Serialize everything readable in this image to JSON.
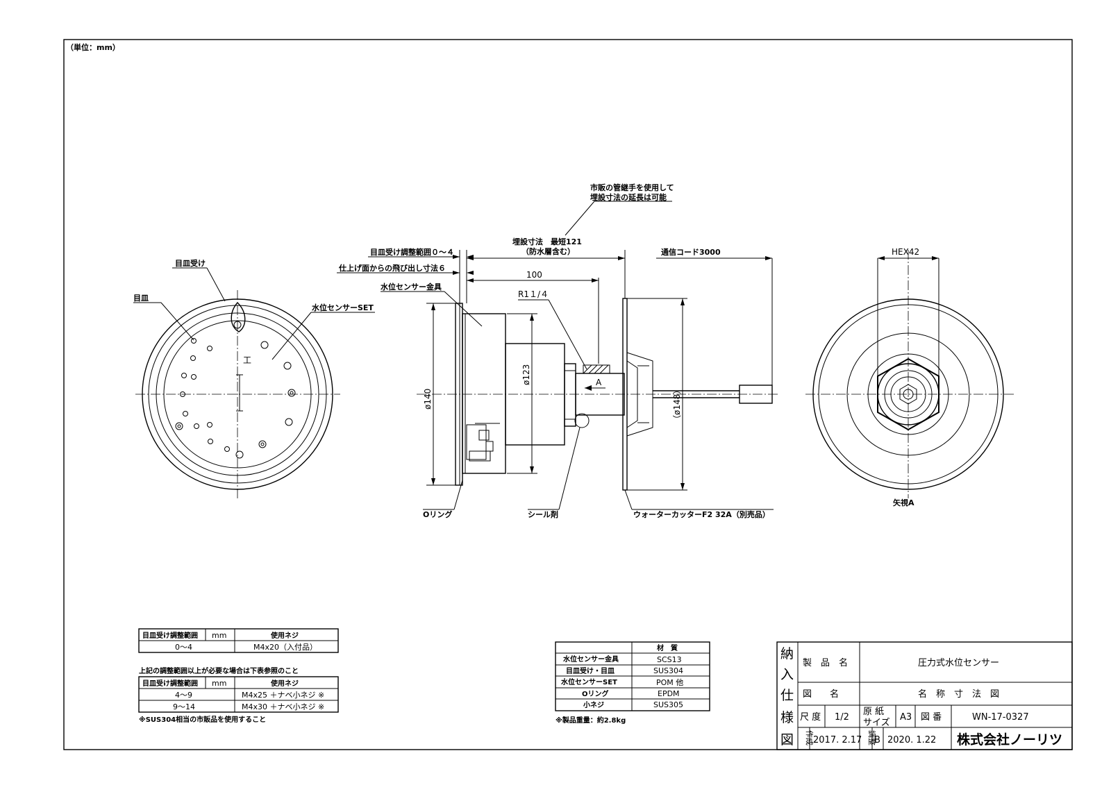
{
  "units": "（単位：mm）",
  "labels": {
    "note_line1": "市販の管継手を使用して",
    "note_line2": "埋設寸法の延長は可能",
    "embed_dim": "埋設寸法　最短121",
    "embed_dim_note": "（防水層含む）",
    "adjust_range": "目皿受け調整範囲０～４",
    "protrusion": "仕上げ面からの飛び出し寸法６",
    "sensor_fitting": "水位センサー金具",
    "dim_100": "100",
    "thread": "R1１/４",
    "cable": "通信コード3000",
    "hex": "HEX42",
    "dia140": "ø140",
    "dia123": "ø123",
    "dia148": "（ø148）",
    "arrow_a": "A",
    "oring": "Oリング",
    "sealant": "シール剤",
    "water_cutter": "ウォーターカッターF2 32A（別売品）",
    "view_a": "矢視A",
    "front_receiver": "目皿受け",
    "front_cover": "目皿",
    "front_sensor_set": "水位センサーSET"
  },
  "screw_table1": {
    "headers": [
      "目皿受け調整範囲",
      "mm",
      "使用ネジ"
    ],
    "rows": [
      [
        "0～4",
        "M4x20（入付品）"
      ]
    ]
  },
  "screw_note": "上記の調整範囲以上が必要な場合は下表参照のこと",
  "screw_table2": {
    "headers": [
      "目皿受け調整範囲",
      "mm",
      "使用ネジ"
    ],
    "rows": [
      [
        "4～9",
        "M4x25 ＋ナベ小ネジ ※"
      ],
      [
        "9～14",
        "M4x30 ＋ナベ小ネジ ※"
      ]
    ]
  },
  "screw_footnote": "※SUS304相当の市販品を使用すること",
  "material_table": {
    "header": "材　質",
    "rows": [
      [
        "水位センサー金具",
        "SCS13"
      ],
      [
        "目皿受け・目皿",
        "SUS304"
      ],
      [
        "水位センサーSET",
        "POM 他"
      ],
      [
        "Oリング",
        "EPDM"
      ],
      [
        "小ネジ",
        "SUS305"
      ]
    ]
  },
  "weight_note": "※製品重量：約2.8kg",
  "title_block": {
    "stamp": [
      "納",
      "入",
      "仕",
      "様",
      "図"
    ],
    "product_label": "製　品　名",
    "product_value": "圧力式水位センサー",
    "drawing_label": "図　　名",
    "drawing_value": "名　称　寸　法　図",
    "scale_label": "尺 度",
    "scale_value": "1/2",
    "paper_label_1": "原 紙",
    "paper_label_2": "サイズ",
    "paper_value": "A3",
    "number_label": "図 番",
    "number_value": "WN-17-0327",
    "created_label": "作成",
    "created_value": "2017. 2.17",
    "revised_label": "調整",
    "revision": "B",
    "revised_value": "2020. 1.22",
    "company": "株式会社ノーリツ"
  }
}
